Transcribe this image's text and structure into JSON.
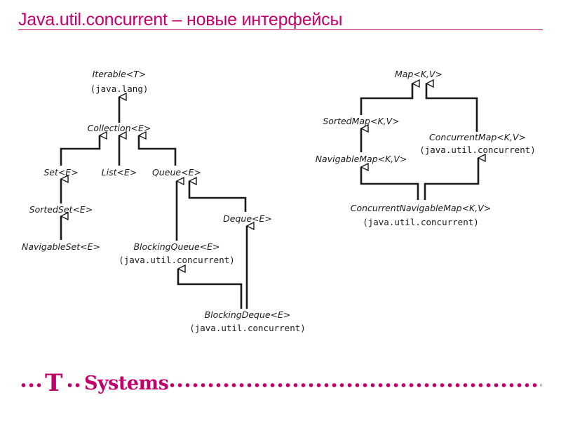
{
  "slide": {
    "title": "Java.util.concurrent – новые интерфейсы"
  },
  "diagram": {
    "nodes": {
      "iterable": {
        "name": "Iterable<T>",
        "package": "(java.lang)"
      },
      "collection": {
        "name": "Collection<E>"
      },
      "set": {
        "name": "Set<E>"
      },
      "list": {
        "name": "List<E>"
      },
      "queue": {
        "name": "Queue<E>"
      },
      "sortedset": {
        "name": "SortedSet<E>"
      },
      "navigableset": {
        "name": "NavigableSet<E>"
      },
      "deque": {
        "name": "Deque<E>"
      },
      "blockingqueue": {
        "name": "BlockingQueue<E>",
        "package": "(java.util.concurrent)"
      },
      "blockingdeque": {
        "name": "BlockingDeque<E>",
        "package": "(java.util.concurrent)"
      },
      "map": {
        "name": "Map<K,V>"
      },
      "sortedmap": {
        "name": "SortedMap<K,V>"
      },
      "navigablemap": {
        "name": "NavigableMap<K,V>"
      },
      "concurrentmap": {
        "name": "ConcurrentMap<K,V>",
        "package": "(java.util.concurrent)"
      },
      "concurrentnavigablemap": {
        "name": "ConcurrentNavigableMap<K,V>",
        "package": "(java.util.concurrent)"
      }
    }
  },
  "footer": {
    "logo_t": "T",
    "logo_systems": "Systems"
  },
  "colors": {
    "accent": "#c2006b",
    "line": "#1a1a1a"
  }
}
